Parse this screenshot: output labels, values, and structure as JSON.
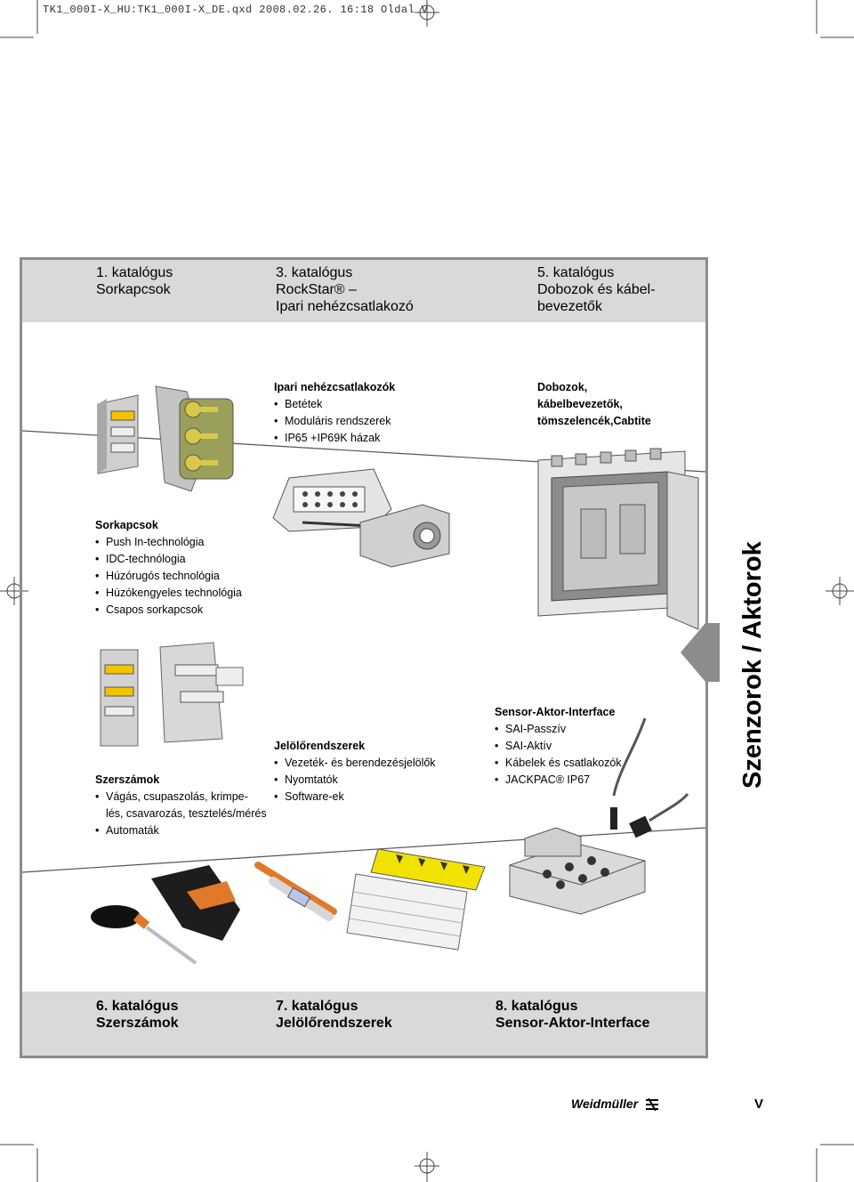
{
  "slug": "TK1_000I-X_HU:TK1_000I-X_DE.qxd  2008.02.26.  16:18  Oldal V",
  "top_catalogs": [
    {
      "number": "1. katalógus",
      "lines": [
        "Sorkapcsok"
      ]
    },
    {
      "number": "3. katalógus",
      "lines": [
        "RockStar® –",
        "Ipari nehézcsatlakozó"
      ]
    },
    {
      "number": "5. katalógus",
      "lines": [
        "Dobozok és kábel-",
        "bevezetők"
      ]
    }
  ],
  "bottom_catalogs": [
    {
      "number": "6. katalógus",
      "lines": [
        "Szerszámok"
      ]
    },
    {
      "number": "7. katalógus",
      "lines": [
        "Jelölőrendszerek"
      ]
    },
    {
      "number": "8. katalógus",
      "lines": [
        "Sensor-Aktor-Interface"
      ]
    }
  ],
  "sections": {
    "heavy_duty": {
      "heading": "Ipari nehézcsatlakozók",
      "items": [
        "Betétek",
        "Moduláris rendszerek",
        "IP65 +IP69K házak"
      ]
    },
    "enclosures": {
      "heading_lines": [
        "Dobozok,",
        "kábelbevezetők,",
        "tömszelencék,Cabtite"
      ]
    },
    "terminals": {
      "heading": "Sorkapcsok",
      "items": [
        "Push In-technológia",
        "IDC-technólogia",
        "Húzórugós technológia",
        "Húzókengyeles technológia",
        "Csapos sorkapcsok"
      ]
    },
    "tools": {
      "heading": "Szerszámok",
      "items": [
        "Vágás, csupaszolás, krimpe-",
        "lés, csavarozás, tesztelés/mérés",
        "Automaták"
      ],
      "continuation_index": 1
    },
    "marking": {
      "heading": "Jelölőrendszerek",
      "items": [
        "Vezeték- és berendezésjelölők",
        "Nyomtatók",
        "Software-ek"
      ]
    },
    "sai": {
      "heading": "Sensor-Aktor-Interface",
      "items": [
        "SAI-Passzív",
        "SAI-Aktív",
        "Kábelek és csatlakozók",
        "JACKPAC® IP67"
      ]
    }
  },
  "vertical_label": "Szenzorok / Aktorok",
  "footer": {
    "logo": "Weidmüller",
    "page": "V"
  },
  "colors": {
    "band": "#d9d9d9",
    "frame": "#8c8c8c",
    "terminal_yellow": "#f2c400",
    "orange": "#e07a2a"
  }
}
